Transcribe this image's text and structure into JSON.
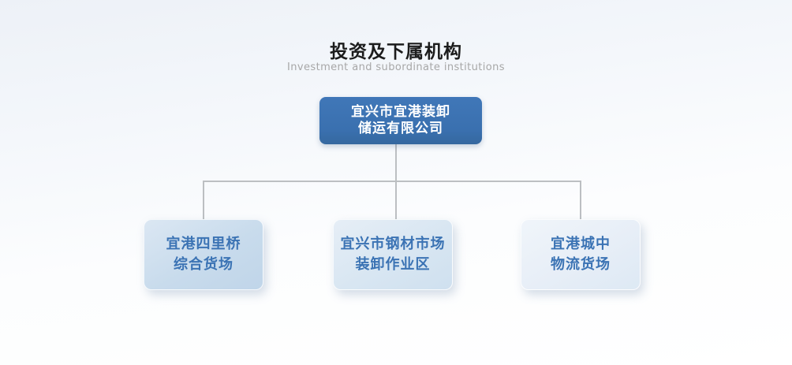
{
  "header": {
    "title": "投资及下属机构",
    "subtitle": "Investment and subordinate institutions"
  },
  "org_chart": {
    "root": {
      "label": "宜兴市宜港装卸储运有限公司",
      "line1": "宜兴市宜港装卸",
      "line2": "储运有限公司"
    },
    "children": [
      {
        "label": "宜港四里桥综合货场",
        "line1": "宜港四里桥",
        "line2": "综合货场"
      },
      {
        "label": "宜兴市钢材市场装卸作业区",
        "line1": "宜兴市钢材市场",
        "line2": "装卸作业区"
      },
      {
        "label": "宜港城中物流货场",
        "line1": "宜港城中",
        "line2": "物流货场"
      }
    ]
  },
  "colors": {
    "root_box_blue": "#3b72b2",
    "root_text": "#ffffff",
    "child_text_blue": "#3b73b4",
    "child_bg_1": "#c8dbec",
    "child_bg_2": "#d8e6f2",
    "child_bg_3": "#e7eef7",
    "connector_gray": "#bcbfc2",
    "title_text": "#1c1c1c",
    "subtitle_text": "#a7a7a7"
  }
}
